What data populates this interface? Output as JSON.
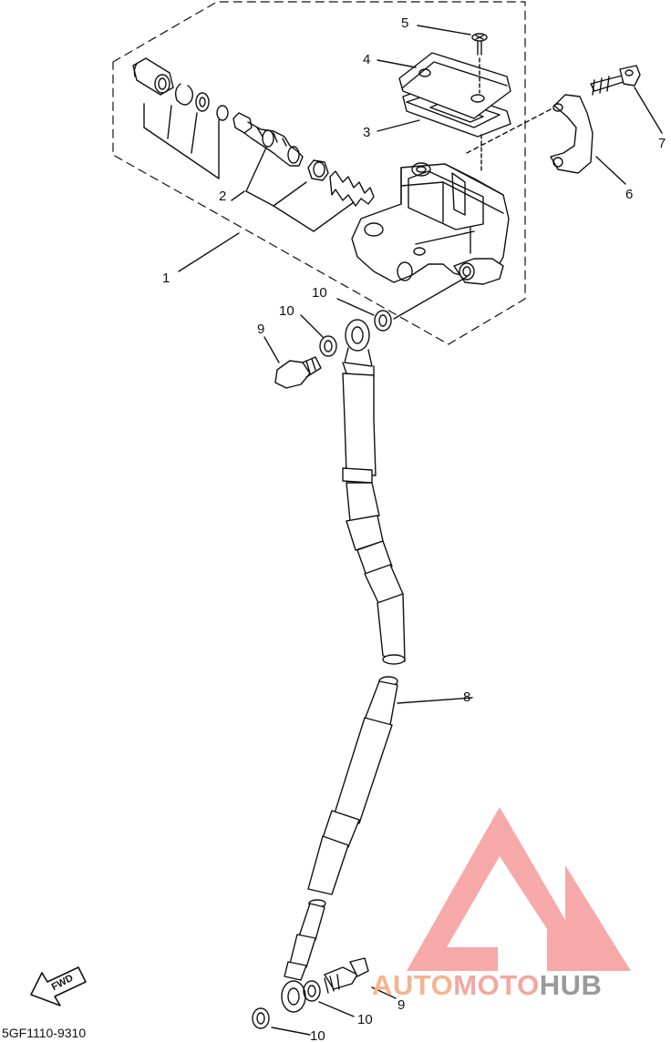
{
  "callouts": [
    {
      "id": "callout-5",
      "text": "5"
    },
    {
      "id": "callout-4",
      "text": "4"
    },
    {
      "id": "callout-3",
      "text": "3"
    },
    {
      "id": "callout-7",
      "text": "7"
    },
    {
      "id": "callout-6",
      "text": "6"
    },
    {
      "id": "callout-2",
      "text": "2"
    },
    {
      "id": "callout-1",
      "text": "1"
    },
    {
      "id": "callout-10a",
      "text": "10"
    },
    {
      "id": "callout-10b",
      "text": "10"
    },
    {
      "id": "callout-9a",
      "text": "9"
    },
    {
      "id": "callout-8",
      "text": "8"
    },
    {
      "id": "callout-9b",
      "text": "9"
    },
    {
      "id": "callout-10c",
      "text": "10"
    },
    {
      "id": "callout-10d",
      "text": "10"
    }
  ],
  "fwd_label": "FWD",
  "drawing_code": "5GF1110-9310",
  "watermark": {
    "part1": "AUTO",
    "part2": "MOTO",
    "part3": "HUB",
    "colors": {
      "part1": "#f5b48e",
      "part2": "#f4a6a3",
      "part3": "#9a9a9a",
      "logo": "#f48c8c"
    }
  },
  "icons": {
    "fwd_arrow": "fwd-arrow-icon",
    "logo": "automotohub-logo-icon"
  }
}
